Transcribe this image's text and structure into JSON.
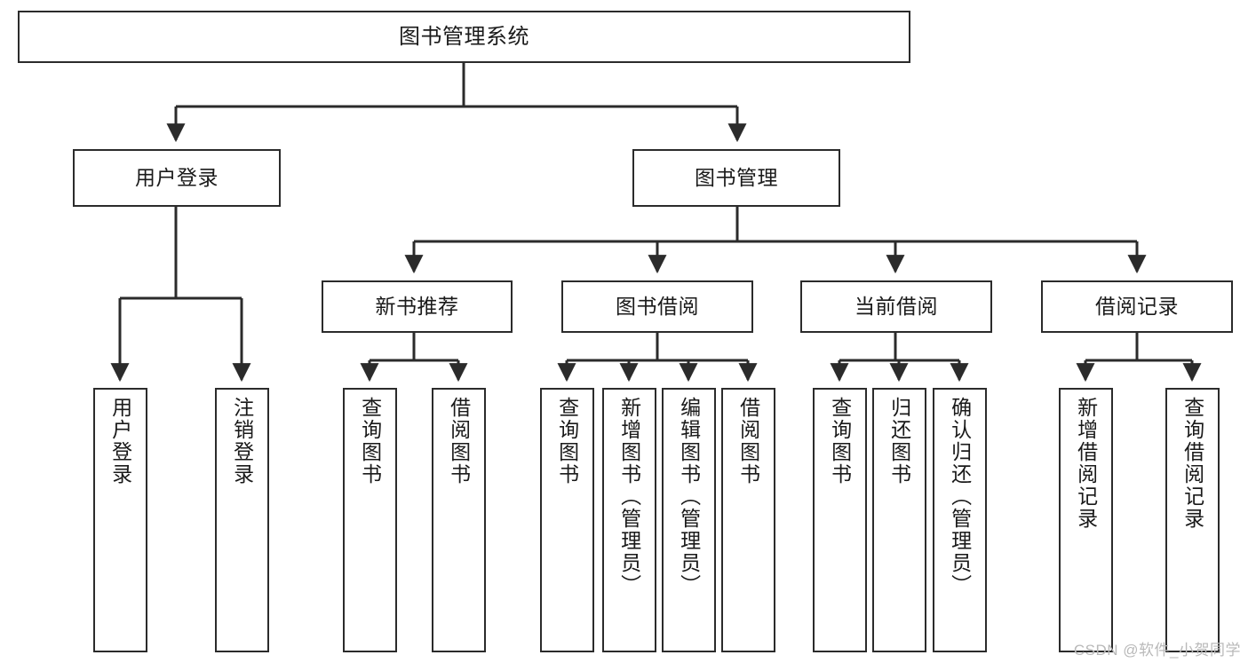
{
  "diagram": {
    "title": "图书管理系统",
    "type": "functional-structure-tree",
    "watermark": "CSDN @软件_小贺同学",
    "edge_color": "#2b2b2b",
    "node_border_color": "#2b2b2b",
    "node_fill_color": "#ffffff",
    "text_color": "#1a1a1a",
    "nodes": {
      "root": {
        "label": "图书管理系统"
      },
      "level2": [
        {
          "id": "user-login",
          "label": "用户登录"
        },
        {
          "id": "book-management",
          "label": "图书管理"
        }
      ],
      "level3": [
        {
          "id": "new-book-recommend",
          "label": "新书推荐"
        },
        {
          "id": "book-borrow",
          "label": "图书借阅"
        },
        {
          "id": "current-borrow",
          "label": "当前借阅"
        },
        {
          "id": "borrow-record",
          "label": "借阅记录"
        }
      ],
      "leaves": {
        "user-login": [
          {
            "id": "leaf-user-login",
            "label": "用户登录"
          },
          {
            "id": "leaf-logout-login",
            "label": "注销登录"
          }
        ],
        "new-book-recommend": [
          {
            "id": "leaf-query-book-1",
            "label": "查询图书"
          },
          {
            "id": "leaf-borrow-book-1",
            "label": "借阅图书"
          }
        ],
        "book-borrow": [
          {
            "id": "leaf-query-book-2",
            "label": "查询图书"
          },
          {
            "id": "leaf-add-book",
            "label": "新增图书（管理员）"
          },
          {
            "id": "leaf-edit-book",
            "label": "编辑图书（管理员）"
          },
          {
            "id": "leaf-borrow-book-2",
            "label": "借阅图书"
          }
        ],
        "current-borrow": [
          {
            "id": "leaf-query-book-3",
            "label": "查询图书"
          },
          {
            "id": "leaf-return-book",
            "label": "归还图书"
          },
          {
            "id": "leaf-confirm-return",
            "label": "确认归还（管理员）"
          }
        ],
        "borrow-record": [
          {
            "id": "leaf-add-borrow-record",
            "label": "新增借阅记录"
          },
          {
            "id": "leaf-query-borrow-record",
            "label": "查询借阅记录"
          }
        ]
      }
    }
  }
}
